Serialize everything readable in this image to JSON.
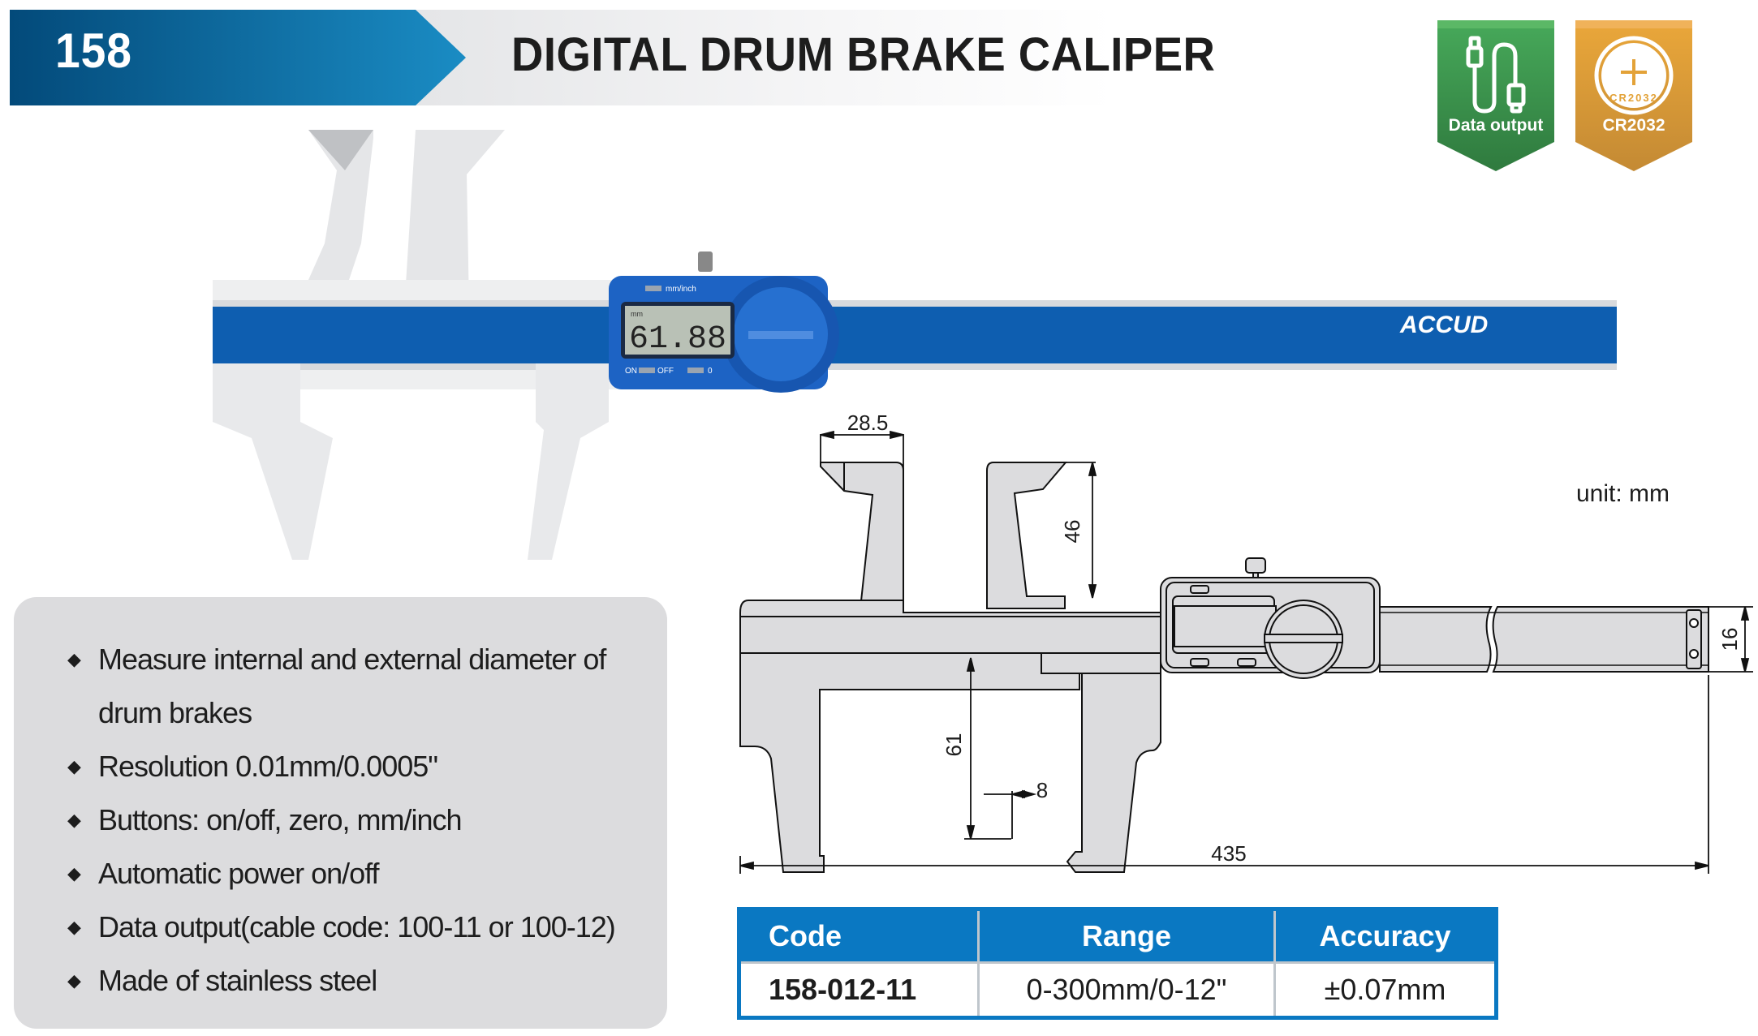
{
  "header": {
    "number": "158",
    "title": "DIGITAL DRUM BRAKE CALIPER",
    "colors": {
      "blue_dark": "#034a7a",
      "blue_light": "#1a8cc4"
    }
  },
  "badges": [
    {
      "label": "Data output",
      "icon": "usb-cable-icon",
      "color": "#3e9a4f"
    },
    {
      "label": "CR2032",
      "icon": "coin-battery-icon",
      "battery_text": "CR2032",
      "color": "#e3a238"
    }
  ],
  "product_photo": {
    "brand": "ACCUD",
    "display": {
      "unit": "mm",
      "reading": "61.88"
    },
    "buttons": {
      "mode": "mm/inch",
      "power_on": "ON",
      "power_off": "OFF",
      "zero": "0"
    },
    "colors": {
      "scale_blue": "#0e5eb0",
      "body_blue": "#1d63c4"
    }
  },
  "features": [
    "Measure internal and external diameter of drum brakes",
    "Resolution 0.01mm/0.0005\"",
    "Buttons: on/off, zero, mm/inch",
    "Automatic power on/off",
    "Data output(cable code: 100-11 or 100-12)",
    "Made of stainless steel"
  ],
  "drawing": {
    "unit_label": "unit: mm",
    "dimensions": {
      "upper_jaw_width": "28.5",
      "upper_jaw_depth": "46",
      "beam_height": "16",
      "lower_jaw_depth": "61",
      "lower_tip_width": "8",
      "overall_length": "435"
    }
  },
  "spec_table": {
    "headers": [
      "Code",
      "Range",
      "Accuracy"
    ],
    "rows": [
      [
        "158-012-11",
        "0-300mm/0-12\"",
        "±0.07mm"
      ]
    ]
  }
}
